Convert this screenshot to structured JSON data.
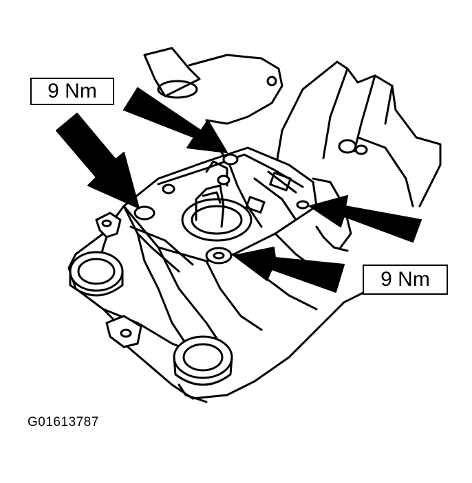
{
  "labels": {
    "torque_top": "9 Nm",
    "torque_bottom": "9 Nm"
  },
  "figure_id": "G01613787",
  "colors": {
    "line": "#000000",
    "background": "#ffffff"
  },
  "icons": [
    "arrow-pointer-icon"
  ]
}
